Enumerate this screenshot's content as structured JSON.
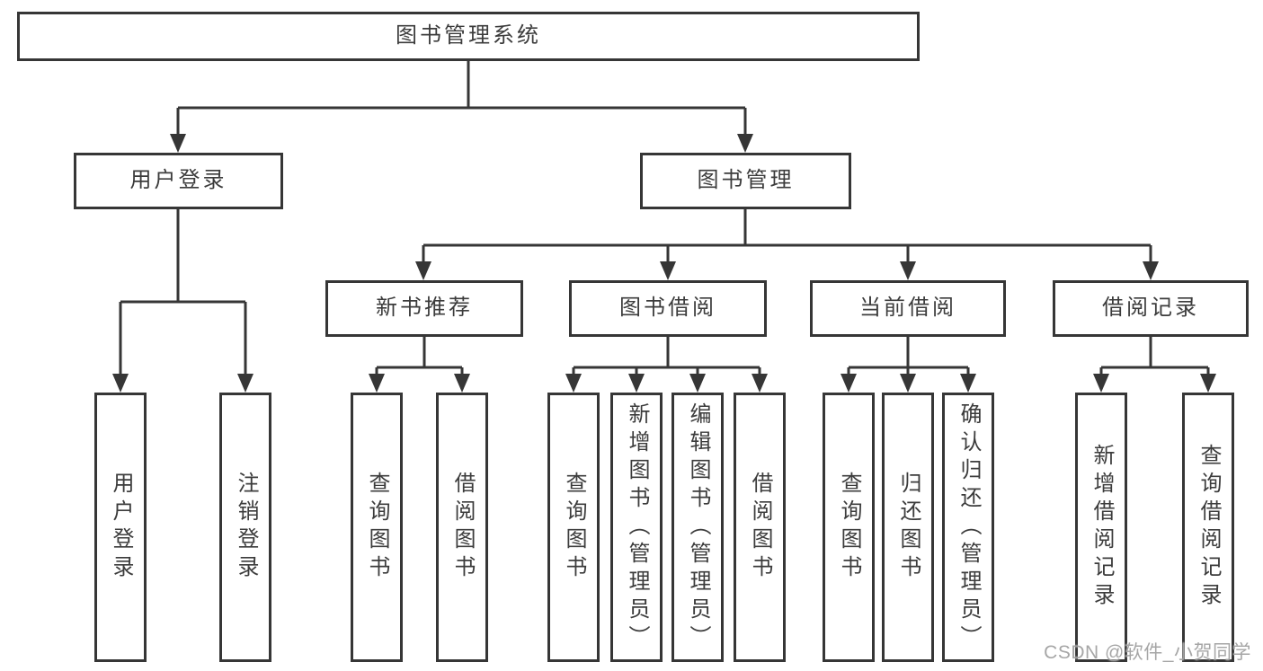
{
  "tree": {
    "root": {
      "label": "图书管理系统"
    },
    "branches": [
      {
        "label": "用户登录",
        "leaves": [
          {
            "label": "用户登录"
          },
          {
            "label": "注销登录"
          }
        ]
      },
      {
        "label": "图书管理",
        "groups": [
          {
            "label": "新书推荐",
            "leaves": [
              {
                "label": "查询图书"
              },
              {
                "label": "借阅图书"
              }
            ]
          },
          {
            "label": "图书借阅",
            "leaves": [
              {
                "label": "查询图书"
              },
              {
                "label": "新增图书（管理员）"
              },
              {
                "label": "编辑图书（管理员）"
              },
              {
                "label": "借阅图书"
              }
            ]
          },
          {
            "label": "当前借阅",
            "leaves": [
              {
                "label": "查询图书"
              },
              {
                "label": "归还图书"
              },
              {
                "label": "确认归还（管理员）"
              }
            ]
          },
          {
            "label": "借阅记录",
            "leaves": [
              {
                "label": "新增借阅记录"
              },
              {
                "label": "查询借阅记录"
              }
            ]
          }
        ]
      }
    ]
  },
  "watermark": {
    "text": "CSDN @软件_小贺同学"
  },
  "colors": {
    "line": "#363636",
    "text": "#3c3c3c",
    "box_background": "#ffffff",
    "watermark": "#9e9e9e",
    "background": "#ffffff"
  }
}
